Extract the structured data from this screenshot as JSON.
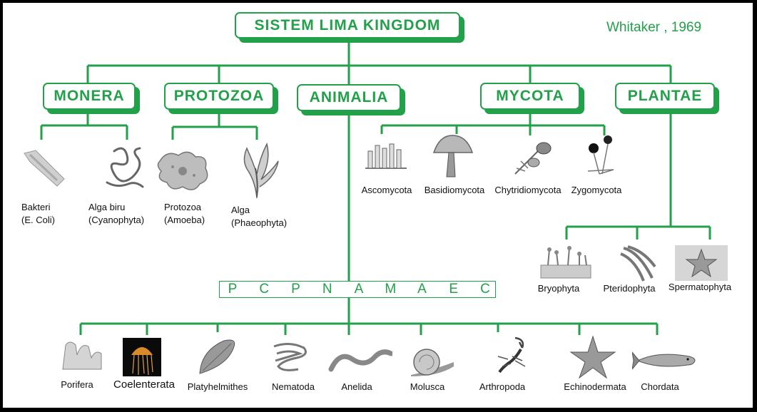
{
  "title": "SISTEM LIMA KINGDOM",
  "citation": "Whitaker , 1969",
  "kingdoms": {
    "monera": "MONERA",
    "protozoa": "PROTOZOA",
    "animalia": "ANIMALIA",
    "mycota": "MYCOTA",
    "plantae": "PLANTAE"
  },
  "monera": {
    "bakteri": [
      "Bakteri",
      "(E. Coli)"
    ],
    "alga_biru": [
      "Alga biru",
      "(Cyanophyta)"
    ]
  },
  "protozoa": {
    "protozoa": [
      "Protozoa",
      "(Amoeba)"
    ],
    "alga": [
      "Alga",
      "(Phaeophyta)"
    ]
  },
  "mycota": [
    "Ascomycota",
    "Basidiomycota",
    "Chytridiomycota",
    "Zygomycota"
  ],
  "plantae": [
    "Bryophyta",
    "Pteridophyta",
    "Spermatophyta"
  ],
  "phyla_initials": [
    "P",
    "C",
    "P",
    "N",
    "A",
    "M",
    "A",
    "E",
    "C"
  ],
  "animalia": [
    "Porifera",
    "Coelenterata",
    "Platyhelmithes",
    "Nematoda",
    "Anelida",
    "Molusca",
    "Arthropoda",
    "Echinodermata",
    "Chordata"
  ],
  "colors": {
    "accent": "#22a04a",
    "frame": "#000000"
  },
  "icons": [
    "bacterium-icon",
    "cyanobacteria-filament-icon",
    "amoeba-icon",
    "brown-alga-icon",
    "ascomycota-cup-fungus-icon",
    "mushroom-icon",
    "chytrid-icon",
    "bread-mold-icon",
    "moss-icon",
    "fern-icon",
    "flowering-plant-icon",
    "sponge-icon",
    "jellyfish-icon",
    "flatworm-icon",
    "roundworm-icon",
    "earthworm-icon",
    "snail-icon",
    "scorpion-icon",
    "starfish-icon",
    "fish-icon"
  ]
}
